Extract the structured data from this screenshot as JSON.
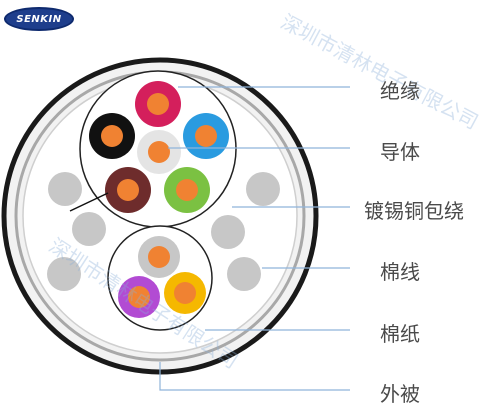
{
  "logo": {
    "text": "SENKIN"
  },
  "watermark": {
    "text": "深圳市清林电子有限公司"
  },
  "labels": {
    "insulation": "绝缘",
    "conductor": "导体",
    "shield": "镀锡铜包绕",
    "cotton_thread": "棉线",
    "cotton_paper": "棉纸",
    "jacket": "外被"
  },
  "colors": {
    "outer_sheath": "#1a1a1a",
    "sheath_fill": "#f2f2f2",
    "inner_ring": "#9c9c9c",
    "leader_line": "#8fb3d9",
    "conductor": "#f08232",
    "filler": "#c7c7c7",
    "red": "#d41f5c",
    "black": "#111111",
    "blue": "#2a9be0",
    "brown": "#6e2c2c",
    "green": "#7bc142",
    "purple": "#b24bd3",
    "yellow": "#f5b800",
    "white_wire": "#dcdcdc"
  }
}
